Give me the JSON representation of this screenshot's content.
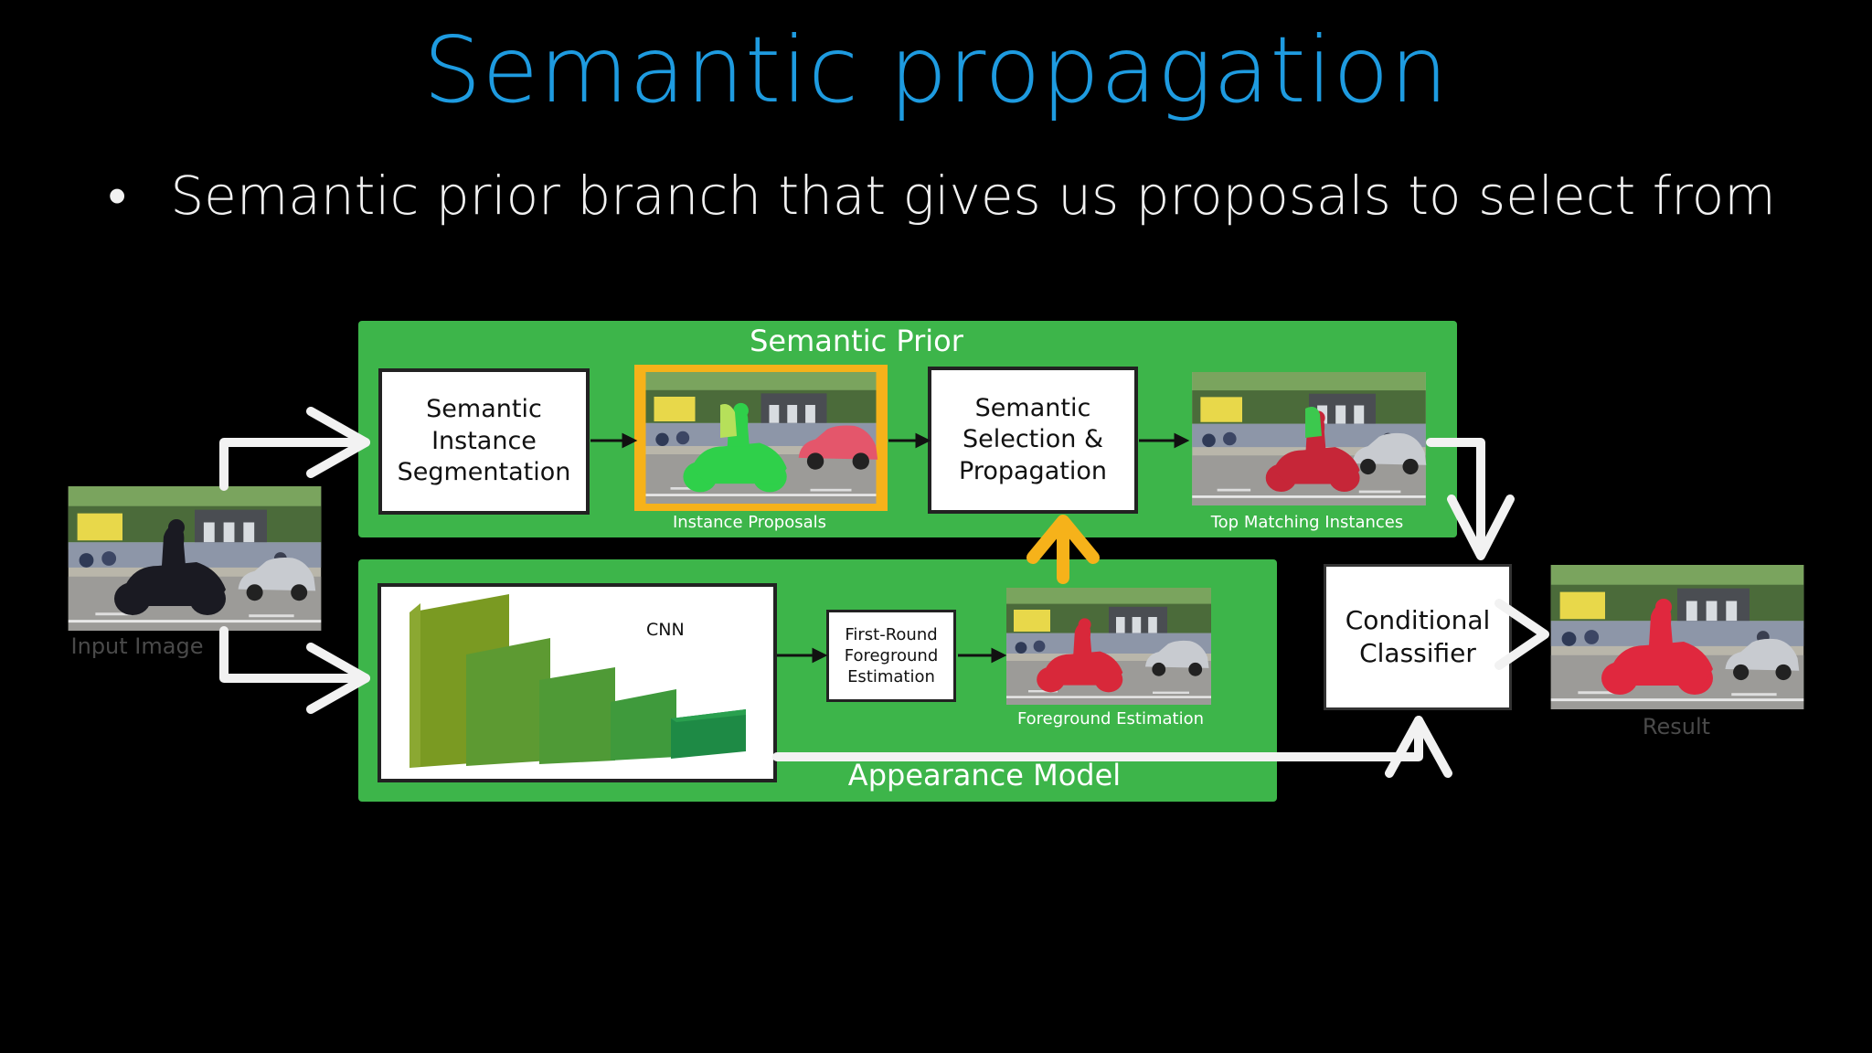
{
  "slide": {
    "title": "Semantic propagation",
    "bullet": "Semantic prior branch that gives us proposals to select from",
    "bullet_marker": "•"
  },
  "diagram": {
    "semantic_prior_label": "Semantic Prior",
    "appearance_model_label": "Appearance Model",
    "boxes": {
      "semantic_instance_segmentation": [
        "Semantic",
        "Instance",
        "Segmentation"
      ],
      "semantic_selection_propagation": [
        "Semantic",
        "Selection &",
        "Propagation"
      ],
      "first_round": [
        "First-Round",
        "Foreground",
        "Estimation"
      ],
      "conditional_classifier": [
        "Conditional",
        "Classifier"
      ],
      "cnn": "CNN"
    },
    "captions": {
      "input_image": "Input Image",
      "instance_proposals": "Instance Proposals",
      "top_matching": "Top Matching Instances",
      "foreground_estimation": "Foreground Estimation",
      "result": "Result"
    }
  },
  "colors": {
    "title": "#1e9be0",
    "panel_green": "#3db54a",
    "highlight_orange": "#f6b21a",
    "mask_green": "#2fd04a",
    "mask_red": "#d8283a"
  }
}
